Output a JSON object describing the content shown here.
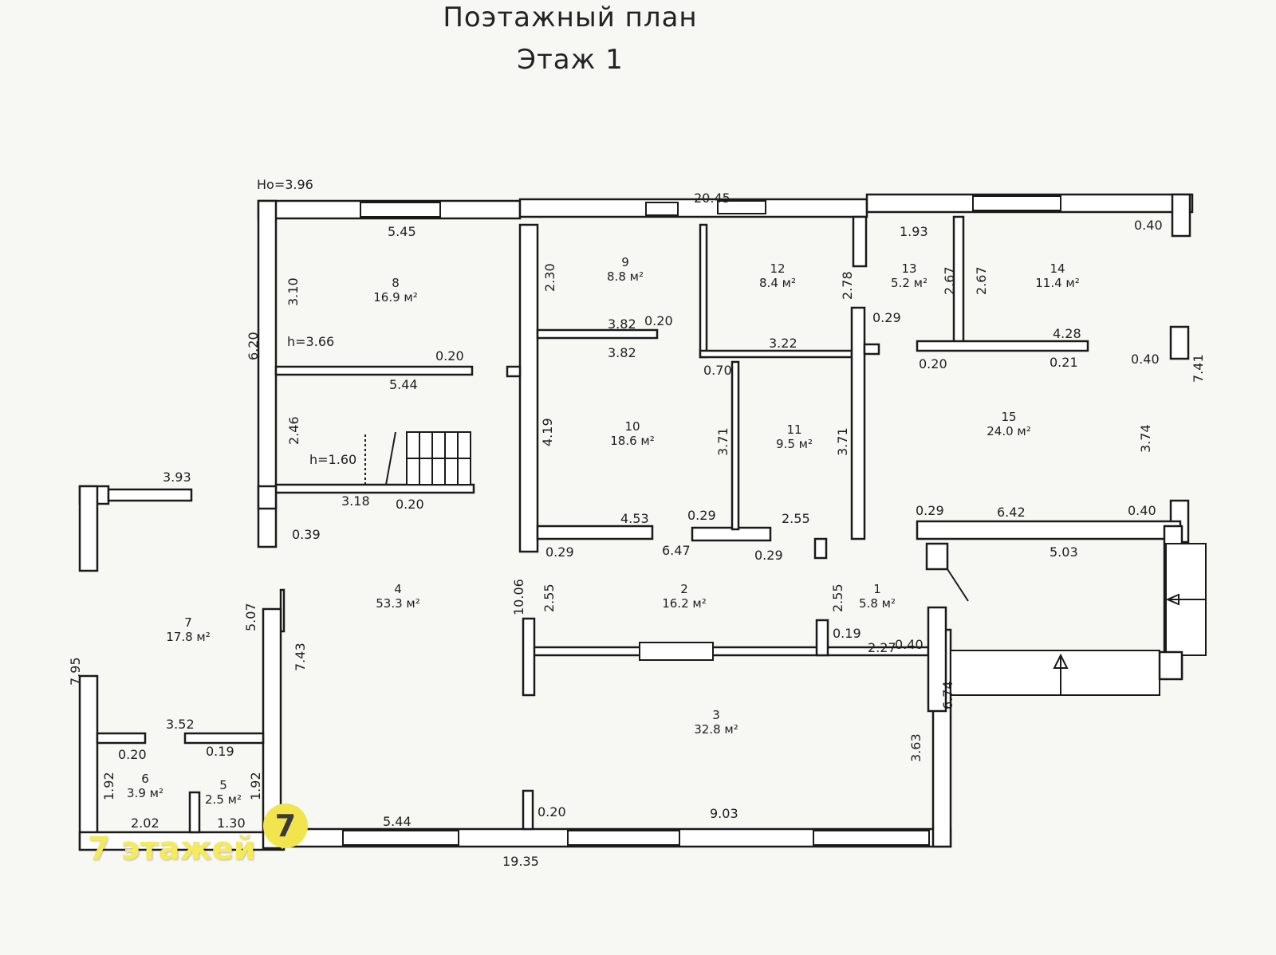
{
  "header": {
    "title": "Поэтажный план",
    "floor": "Этаж 1"
  },
  "heights": {
    "ho": "Ho=3.96",
    "h_room8": "h=3.66",
    "h_stair": "h=1.60"
  },
  "rooms": [
    {
      "num": "1",
      "area": "5.8 м²"
    },
    {
      "num": "2",
      "area": "16.2 м²"
    },
    {
      "num": "3",
      "area": "32.8 м²"
    },
    {
      "num": "4",
      "area": "53.3 м²"
    },
    {
      "num": "5",
      "area": "2.5 м²"
    },
    {
      "num": "6",
      "area": "3.9 м²"
    },
    {
      "num": "7",
      "area": "17.8 м²"
    },
    {
      "num": "8",
      "area": "16.9 м²"
    },
    {
      "num": "9",
      "area": "8.8 м²"
    },
    {
      "num": "10",
      "area": "18.6 м²"
    },
    {
      "num": "11",
      "area": "9.5 м²"
    },
    {
      "num": "12",
      "area": "8.4 м²"
    },
    {
      "num": "13",
      "area": "5.2 м²"
    },
    {
      "num": "14",
      "area": "11.4 м²"
    },
    {
      "num": "15",
      "area": "24.0 м²"
    }
  ],
  "dims": [
    "20.45",
    "5.45",
    "1.93",
    "0.40",
    "3.10",
    "6.20",
    "2.30",
    "3.82",
    "0.20",
    "3.82",
    "0.20",
    "5.44",
    "2.78",
    "2.67",
    "2.67",
    "0.29",
    "3.22",
    "4.28",
    "0.20",
    "0.21",
    "0.40",
    "7.41",
    "0.70",
    "4.19",
    "3.71",
    "3.71",
    "3.74",
    "2.46",
    "3.18",
    "0.20",
    "3.93",
    "0.39",
    "4.53",
    "0.29",
    "2.55",
    "0.29",
    "6.42",
    "0.40",
    "0.29",
    "6.47",
    "0.29",
    "5.03",
    "10.06",
    "2.55",
    "2.55",
    "5.07",
    "7.43",
    "7.95",
    "0.19",
    "2.27",
    "0.40",
    "6.74",
    "3.52",
    "0.20",
    "0.19",
    "3.63",
    "1.92",
    "1.92",
    "0.20",
    "5.44",
    "9.03",
    "2.02",
    "1.30",
    "19.35"
  ],
  "brand": {
    "text": "7 этажей",
    "logo": "7",
    "color": "#f4ea5a"
  }
}
